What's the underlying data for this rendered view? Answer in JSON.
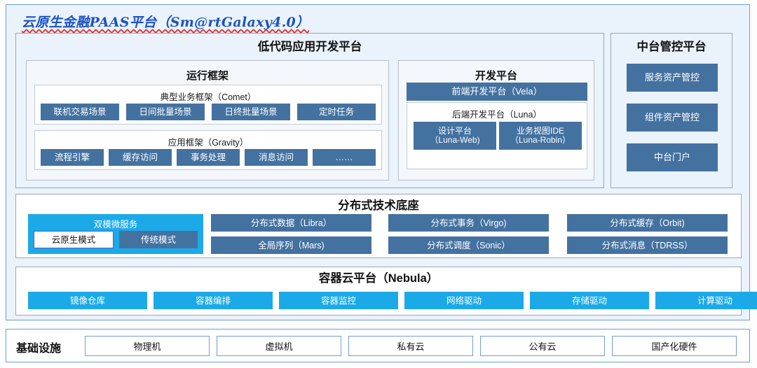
{
  "title": "云原生金融PAAS平台（Sm@rtGalaxy4.0）",
  "low_code": {
    "title": "低代码应用开发平台",
    "run_framework": {
      "title": "运行框架",
      "comet": {
        "label": "典型业务框架（Comet）",
        "chips": [
          "联机交易场景",
          "日间批量场景",
          "日终批量场景",
          "定时任务"
        ]
      },
      "gravity": {
        "label": "应用框架（Gravity）",
        "chips": [
          "流程引擎",
          "缓存访问",
          "事务处理",
          "消息访问",
          "……"
        ]
      }
    },
    "dev_platform": {
      "title": "开发平台",
      "frontend": "前端开发平台（Vela）",
      "backend": {
        "label": "后端开发平台（Luna）",
        "chips": [
          {
            "line1": "设计平台",
            "line2": "（Luna-Web)"
          },
          {
            "line1": "业务视图IDE",
            "line2": "（Luna-Robin）"
          }
        ]
      }
    }
  },
  "mid_platform": {
    "title": "中台管控平台",
    "chips": [
      "服务资产管控",
      "组件资产管控",
      "中台门户"
    ]
  },
  "distributed": {
    "title": "分布式技术底座",
    "dual_mode": {
      "title": "双模微服务",
      "cloud_native": "云原生模式",
      "traditional": "传统模式"
    },
    "chips": [
      "分布式数据（Libra）",
      "分布式事务（Virgo)",
      "分布式缓存（Orbit)",
      "全局序列（Mars)",
      "分布式调度（Sonic）",
      "分布式消息（TDRSS）"
    ]
  },
  "container_cloud": {
    "title": "容器云平台（Nebula）",
    "chips": [
      "镜像仓库",
      "容器编排",
      "容器监控",
      "网络驱动",
      "存储驱动",
      "计算驱动"
    ]
  },
  "infrastructure": {
    "label": "基础设施",
    "items": [
      "物理机",
      "虚拟机",
      "私有云",
      "公有云",
      "国产化硬件"
    ]
  },
  "colors": {
    "dark_blue": "#4472a0",
    "cyan": "#1ca9e8",
    "frame_blue": "#6f9ed4",
    "title_blue": "#1d52c4",
    "panel_bg": "#eaf3fb"
  }
}
